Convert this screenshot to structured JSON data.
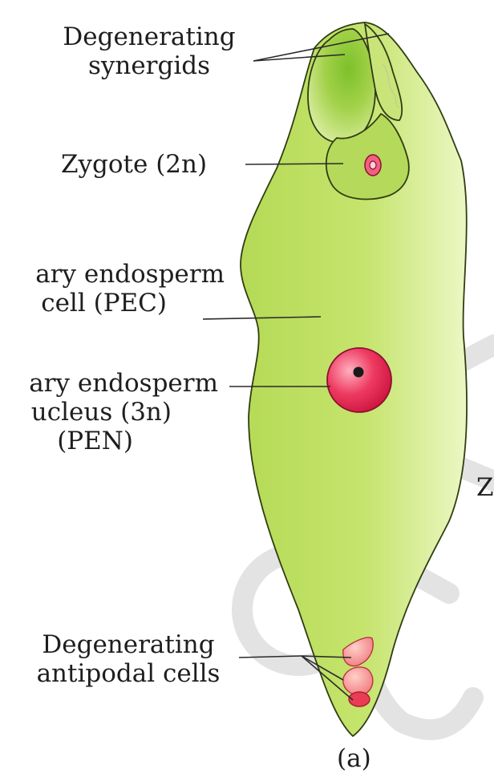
{
  "labels": {
    "synergids_line1": "Degenerating",
    "synergids_line2": "synergids",
    "zygote": "Zygote (2n)",
    "pec_line1": "ary endosperm",
    "pec_line2": "cell (PEC)",
    "pen_line1": "ary endosperm",
    "pen_line2": "ucleus (3n)",
    "pen_line3": "(PEN)",
    "antipodal_line1": "Degenerating",
    "antipodal_line2": "antipodal cells",
    "edge_fragment": "Z",
    "panel_fragment": "(a)"
  },
  "colors": {
    "embryo_sac_fill": "#bfe063",
    "embryo_sac_highlight": "#e9f5b8",
    "synergid_fill": "#a9d24c",
    "nucleus_fill": "#e8234f",
    "antipodal_fill": "#f37f84",
    "watermark": "#e3e3e3"
  }
}
